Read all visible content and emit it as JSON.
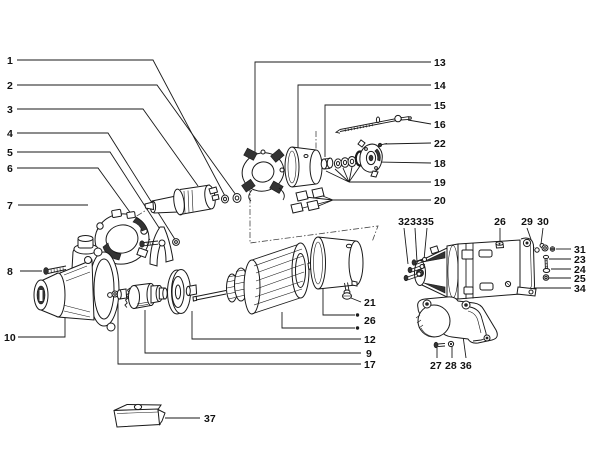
{
  "diagram_title": "",
  "colors": {
    "ink": "#1a1a1a",
    "background": "#ffffff"
  },
  "callouts": {
    "n1": "1",
    "n2": "2",
    "n3": "3",
    "n4": "4",
    "n5": "5",
    "n6": "6",
    "n7": "7",
    "n8": "8",
    "n9": "9",
    "n10": "10",
    "n12": "12",
    "n13": "13",
    "n14": "14",
    "n15": "15",
    "n16": "16",
    "n17": "17",
    "n18": "18",
    "n19": "19",
    "n20": "20",
    "n21": "21",
    "n22": "22",
    "n23": "23",
    "n24": "24",
    "n25": "25",
    "n26_left": "26",
    "n26_top": "26",
    "n27": "27",
    "n28": "28",
    "n29": "29",
    "n30": "30",
    "n31": "31",
    "n32": "32",
    "n33": "33",
    "n34": "34",
    "n35": "35",
    "n36": "36",
    "n37": "37"
  }
}
